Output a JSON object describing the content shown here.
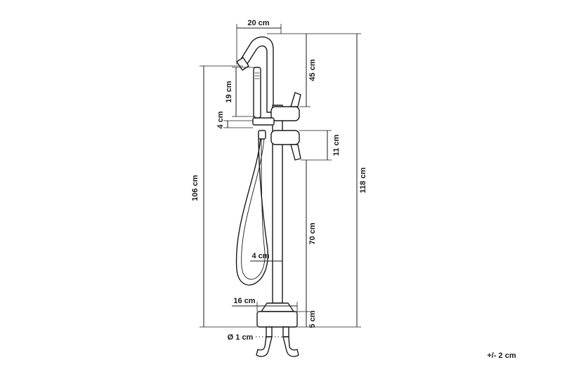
{
  "diagram": {
    "dimensions": {
      "spout_width": "20 cm",
      "spout_to_handles": "45 cm",
      "total_height": "118 cm",
      "shower_head": "19 cm",
      "shower_holder": "4 cm",
      "handle_spacing": "11 cm",
      "lower_body": "70 cm",
      "spout_height": "106 cm",
      "column_diameter": "4 cm",
      "base_diameter": "16 cm",
      "base_height": "5 cm",
      "inlet_diameter": "Ø 1 cm"
    },
    "tolerance": "+/- 2 cm"
  }
}
